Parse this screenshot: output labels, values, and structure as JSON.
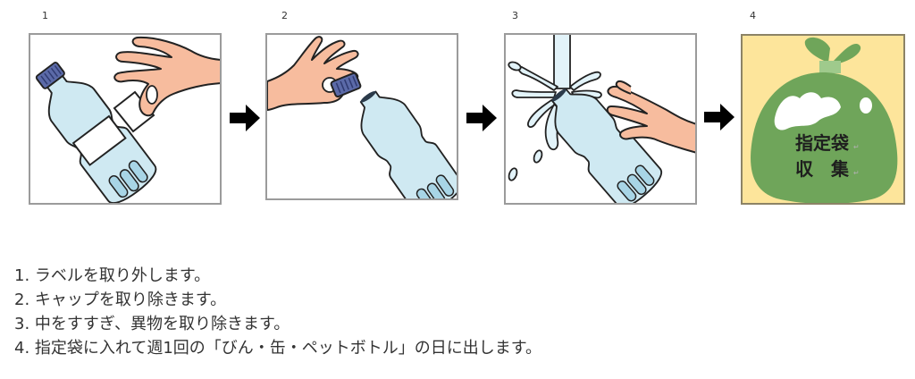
{
  "steps": [
    {
      "number": "1",
      "illustration": "remove-label-illustration"
    },
    {
      "number": "2",
      "illustration": "remove-cap-illustration"
    },
    {
      "number": "3",
      "illustration": "rinse-bottle-illustration"
    },
    {
      "number": "4",
      "illustration": "designated-bag-illustration"
    }
  ],
  "arrows": [
    "arrow-right-icon",
    "arrow-right-icon",
    "arrow-right-icon"
  ],
  "bag": {
    "line1": "指定袋",
    "line2": "収　集",
    "para_mark": "↵"
  },
  "instructions": [
    "1. ラベルを取り外します。",
    "2. キャップを取り除きます。",
    "3. 中をすすぎ、異物を取り除きます。",
    "4. 指定袋に入れて週1回の「びん・缶・ペットボトル」の日に出します。"
  ],
  "colors": {
    "bottle_fill": "#cfe9f2",
    "bottle_ridge": "#a8d5e6",
    "cap": "#5b6aa8",
    "skin": "#f7bc9e",
    "bag_green": "#6fa55a",
    "bag_band": "#9fca8c",
    "bag_background": "#fde59b",
    "outline": "#222222"
  }
}
